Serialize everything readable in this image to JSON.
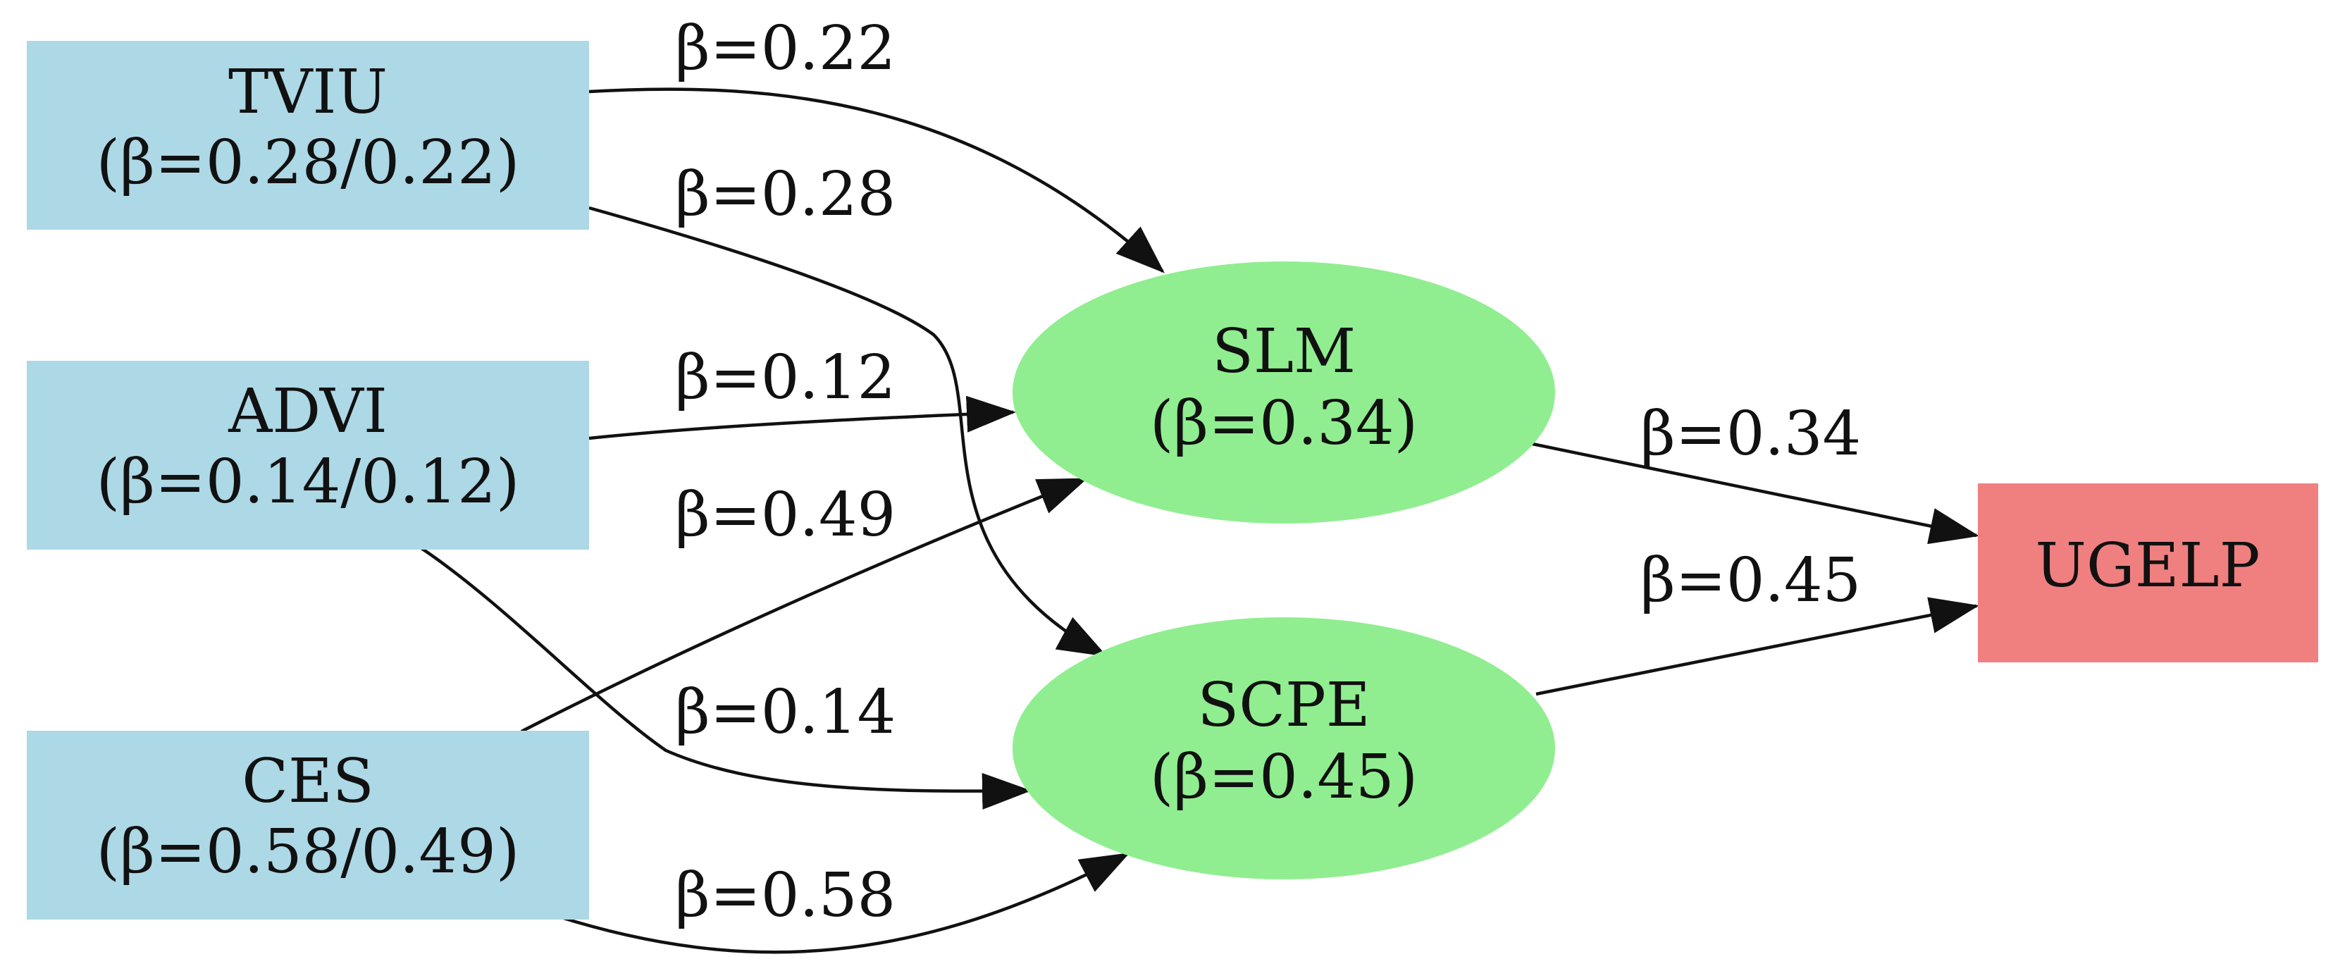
{
  "colors": {
    "predictor_fill": "#add8e6",
    "mediator_fill": "#90ee90",
    "outcome_fill": "#f08080",
    "edge": "#111111"
  },
  "nodes": {
    "tviu": {
      "name": "TVIU",
      "detail": "(β=0.28/0.22)"
    },
    "advi": {
      "name": "ADVI",
      "detail": "(β=0.14/0.12)"
    },
    "ces": {
      "name": "CES",
      "detail": "(β=0.58/0.49)"
    },
    "slm": {
      "name": "SLM",
      "detail": "(β=0.34)"
    },
    "scpe": {
      "name": "SCPE",
      "detail": "(β=0.45)"
    },
    "ugelp": {
      "name": "UGELP"
    }
  },
  "edges": {
    "tviu_slm": {
      "label": "β=0.22"
    },
    "tviu_scpe": {
      "label": "β=0.28"
    },
    "advi_slm": {
      "label": "β=0.12"
    },
    "ces_slm": {
      "label": "β=0.49"
    },
    "advi_scpe": {
      "label": "β=0.14"
    },
    "ces_scpe": {
      "label": "β=0.58"
    },
    "slm_ugelp": {
      "label": "β=0.34"
    },
    "scpe_ugelp": {
      "label": "β=0.45"
    }
  }
}
